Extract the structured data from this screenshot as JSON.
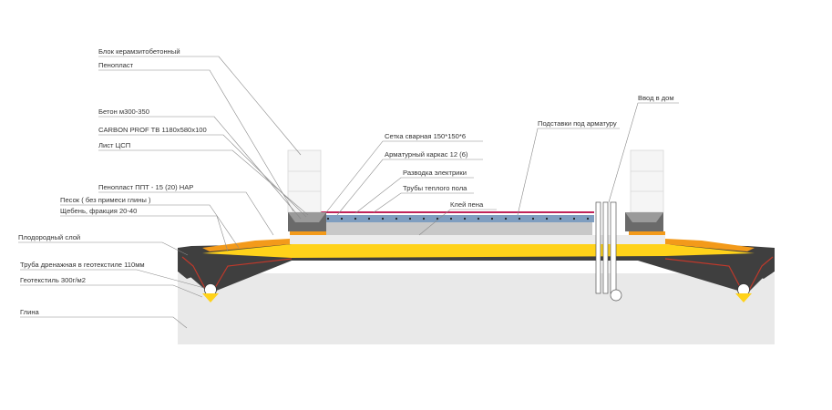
{
  "labels_left": [
    {
      "key": "block",
      "text": "Блок керамзитобетонный"
    },
    {
      "key": "foam",
      "text": "Пенопласт"
    },
    {
      "key": "concrete",
      "text": "Бетон м300-350"
    },
    {
      "key": "carbon",
      "text": "CARBON PROF TB 1180х580х100"
    },
    {
      "key": "csp",
      "text": "Лист ЦСП"
    },
    {
      "key": "ppt",
      "text": "Пенопласт ППТ - 15 (20) НАР"
    },
    {
      "key": "sand",
      "text": "Песок ( без примеси глины )"
    },
    {
      "key": "gravel",
      "text": "Щебень, фракция 20-40"
    },
    {
      "key": "topsoil",
      "text": "Плодородный слой"
    },
    {
      "key": "drain",
      "text": "Труба дренажная в геотекстиле 110мм"
    },
    {
      "key": "geotextile",
      "text": "Геотекстиль 300г/м2"
    },
    {
      "key": "clay",
      "text": "Глина"
    }
  ],
  "labels_center": [
    {
      "key": "mesh",
      "text": "Сетка сварная 150*150*6"
    },
    {
      "key": "rebar",
      "text": "Арматурный каркас 12 (6)"
    },
    {
      "key": "wiring",
      "text": "Разводка электрики"
    },
    {
      "key": "heating",
      "text": "Трубы теплого пола"
    },
    {
      "key": "glue",
      "text": "Клей пена"
    }
  ],
  "labels_right": [
    {
      "key": "supports",
      "text": "Подставки под арматуру"
    },
    {
      "key": "inlet",
      "text": "Ввод в дом"
    }
  ],
  "colors": {
    "clay": "#e9e9e9",
    "gravel": "#3f3f3f",
    "sand": "#ffd21a",
    "foam_orange": "#f39a1a",
    "slab": "#c8c8c8",
    "blue_layer": "#7f9ec0",
    "heating_pipe": "#c0245a",
    "block": "#f5f5f5",
    "drain_outline": "#c0392b"
  }
}
